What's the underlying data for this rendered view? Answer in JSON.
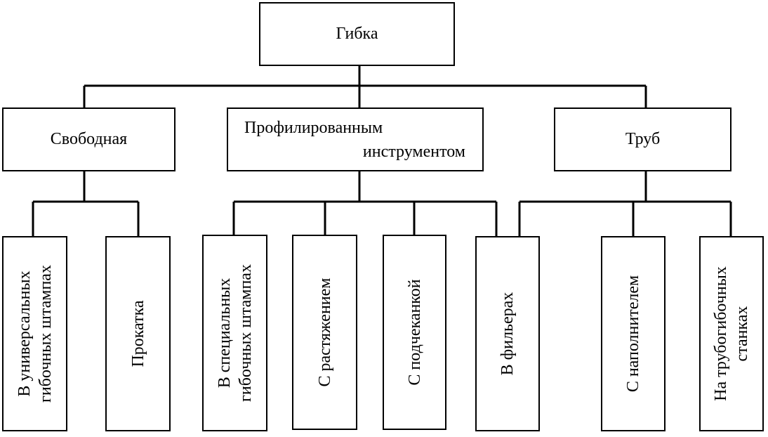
{
  "root": {
    "label": "Гибка"
  },
  "categories": [
    {
      "label": "Свободная"
    },
    {
      "line1": "Профилированным",
      "line2": "инструментом"
    },
    {
      "label": "Труб"
    }
  ],
  "leaves": [
    {
      "line1": "В универсальных",
      "line2": "гибочных штампах"
    },
    {
      "line1": "Прокатка"
    },
    {
      "line1": "В специальных",
      "line2": "гибочных штампах"
    },
    {
      "line1": "С растяжением"
    },
    {
      "line1": "С подчеканкой"
    },
    {
      "line1": "В фильерах"
    },
    {
      "line1": "С наполнителем"
    },
    {
      "line1": "На трубогибочных",
      "line2": "станках"
    }
  ],
  "colors": {
    "line": "#000000",
    "background": "#ffffff"
  }
}
